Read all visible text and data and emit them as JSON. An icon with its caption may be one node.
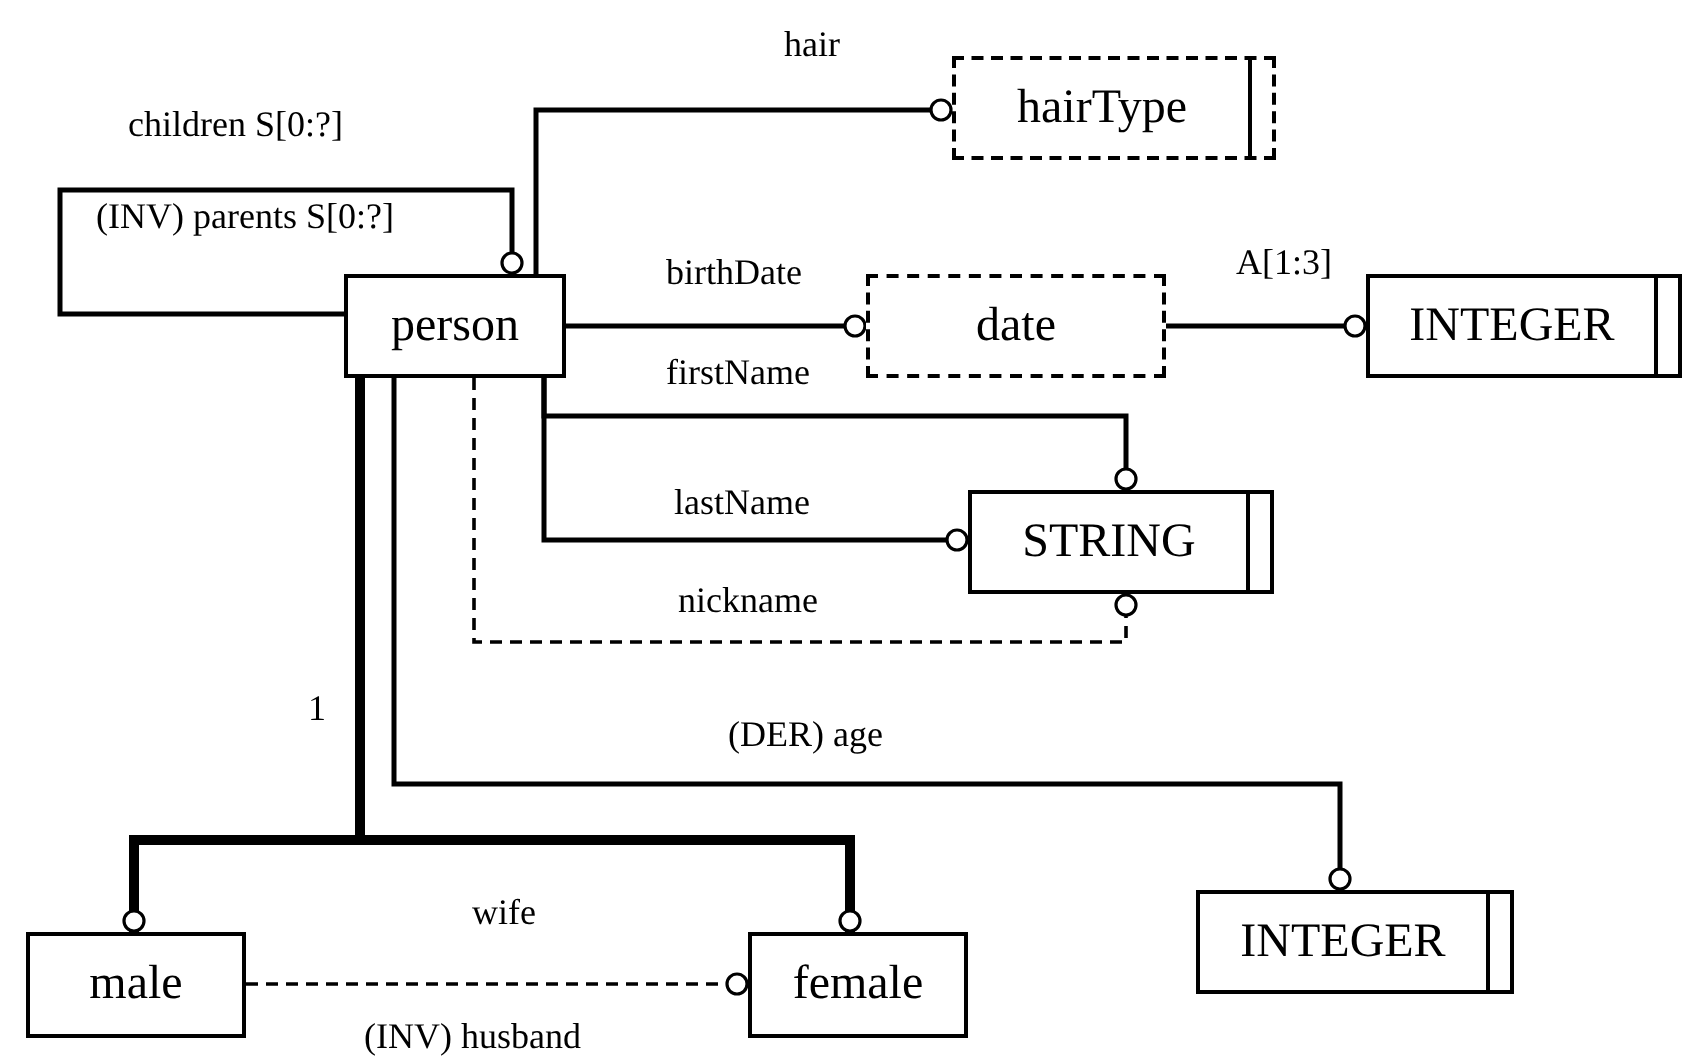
{
  "diagram": {
    "nodes": [
      {
        "text": [
          "person"
        ]
      },
      {
        "text": [
          "hairType"
        ]
      },
      {
        "text": [
          "date"
        ]
      },
      {
        "text": [
          "INTEGER"
        ]
      },
      {
        "text": [
          "STRING"
        ]
      },
      {
        "text": [
          "INTEGER"
        ]
      },
      {
        "text": [
          "male"
        ]
      },
      {
        "text": [
          "female"
        ]
      }
    ],
    "edges": [
      {
        "from": 0,
        "to": 1,
        "arrow": "other",
        "label": "hair"
      },
      {
        "from": 0,
        "to": 0,
        "arrow": "other",
        "label": "children S[0:?]"
      },
      {
        "from": 0,
        "to": 2,
        "arrow": "other",
        "label": "birthDate"
      },
      {
        "from": 2,
        "to": 3,
        "arrow": "other",
        "label": "A[1:3]"
      },
      {
        "from": 0,
        "to": 4,
        "arrow": "other",
        "label": "firstName"
      },
      {
        "from": 0,
        "to": 4,
        "arrow": "other",
        "label": "lastName"
      },
      {
        "from": 0,
        "to": 4,
        "arrow": "other",
        "label": "nickname",
        "style": "dashed"
      },
      {
        "from": 0,
        "to": 5,
        "arrow": "other",
        "label": "(DER) age"
      },
      {
        "from": 0,
        "to": 6,
        "arrow": "other",
        "label": "1",
        "style": "thick"
      },
      {
        "from": 0,
        "to": 7,
        "arrow": "other",
        "style": "thick"
      },
      {
        "from": 6,
        "to": 7,
        "arrow": "other",
        "label": "wife",
        "style": "dashed"
      }
    ],
    "labels": [
      "(INV) parents S[0:?]",
      "(INV) husband"
    ]
  }
}
